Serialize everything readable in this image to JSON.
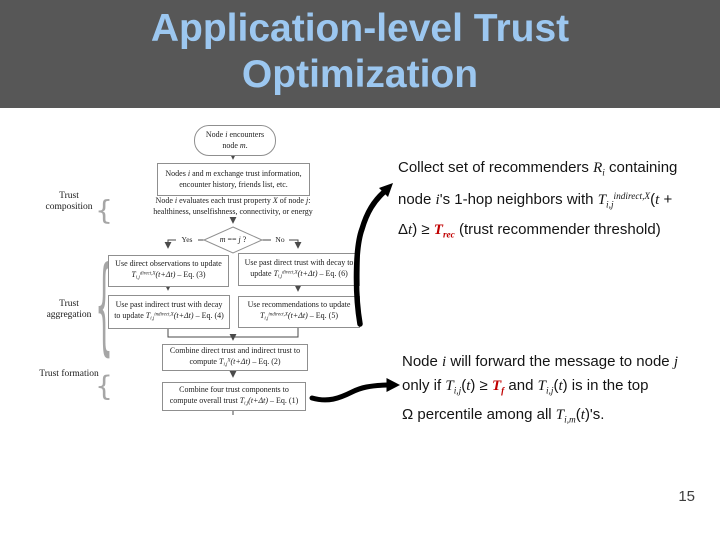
{
  "slide": {
    "title_line1": "Application-level Trust",
    "title_line2": "Optimization",
    "page_number": "15"
  },
  "colors": {
    "header_bg": "#575757",
    "title_text": "#9cc7f0",
    "accent_red": "#c00000",
    "box_border": "#8f8f8f"
  },
  "side_labels": {
    "composition": "Trust composition",
    "aggregation": "Trust aggregation",
    "formation": "Trust formation"
  },
  "flowchart": {
    "oval_l1": [
      [
        "n",
        "Node "
      ],
      [
        "mi",
        "i"
      ],
      [
        "n",
        " encounters"
      ]
    ],
    "oval_l2": [
      [
        "n",
        "node "
      ],
      [
        "mi",
        "m"
      ],
      [
        "n",
        "."
      ]
    ],
    "exchange_l1": [
      [
        "n",
        "Nodes "
      ],
      [
        "mi",
        "i"
      ],
      [
        "n",
        " and "
      ],
      [
        "mi",
        "m"
      ],
      [
        "n",
        " exchange trust information,"
      ]
    ],
    "exchange_l2": "encounter history, friends list, etc.",
    "evaluate_l1": [
      [
        "n",
        "Node "
      ],
      [
        "mi",
        "i"
      ],
      [
        "n",
        " evaluates each trust property "
      ],
      [
        "mi",
        "X"
      ],
      [
        "n",
        " of node "
      ],
      [
        "mi",
        "j"
      ],
      [
        "n",
        ":"
      ]
    ],
    "evaluate_l2": "healthiness, unselfishness, connectivity, or energy",
    "decision": [
      [
        "mi",
        "m"
      ],
      [
        "n",
        " == "
      ],
      [
        "mi",
        "j"
      ],
      [
        "n",
        " ?"
      ]
    ],
    "yes_label": "Yes",
    "no_label": "No",
    "direct_obs_l1": "Use direct observations to update",
    "direct_obs_l2": [
      [
        "mi",
        "T"
      ],
      [
        "sub",
        "i,j"
      ],
      [
        "sup",
        "direct,X"
      ],
      [
        "mi",
        "(t+Δt)"
      ],
      [
        "n",
        " – Eq. (3)"
      ]
    ],
    "past_direct_l1": "Use past direct trust with decay to",
    "past_direct_l2": [
      [
        "n",
        "update "
      ],
      [
        "mi",
        "T"
      ],
      [
        "sub",
        "i,j"
      ],
      [
        "sup",
        "direct,X"
      ],
      [
        "mi",
        "(t+Δt)"
      ],
      [
        "n",
        " – Eq. (6)"
      ]
    ],
    "past_indirect_l1": "Use past indirect trust with decay",
    "past_indirect_l2": [
      [
        "n",
        "to update "
      ],
      [
        "mi",
        "T"
      ],
      [
        "sub",
        "i,j"
      ],
      [
        "sup",
        "indirect,X"
      ],
      [
        "mi",
        "(t+Δt)"
      ],
      [
        "n",
        " – Eq. (4)"
      ]
    ],
    "recommend_l1": "Use recommendations to update",
    "recommend_l2": [
      [
        "mi",
        "T"
      ],
      [
        "sub",
        "i,j"
      ],
      [
        "sup",
        "indirect,X"
      ],
      [
        "mi",
        "(t+Δt)"
      ],
      [
        "n",
        " – Eq. (5)"
      ]
    ],
    "combine_di_l1": "Combine direct trust and indirect trust to",
    "combine_di_l2": [
      [
        "n",
        "compute "
      ],
      [
        "mi",
        "T"
      ],
      [
        "sub",
        "i,j"
      ],
      [
        "sup",
        "X"
      ],
      [
        "mi",
        "(t+Δt)"
      ],
      [
        "n",
        " – Eq. (2)"
      ]
    ],
    "combine_four_l1": "Combine four trust components to",
    "combine_four_l2": [
      [
        "n",
        "compute overall trust "
      ],
      [
        "mi",
        "T"
      ],
      [
        "sub",
        "i,j"
      ],
      [
        "mi",
        "(t+Δt)"
      ],
      [
        "n",
        " – Eq. (1)"
      ]
    ]
  },
  "annotations": {
    "top_l1": [
      [
        "n",
        "Collect set of recommenders "
      ],
      [
        "mi",
        "R"
      ],
      [
        "sub",
        "i"
      ],
      [
        "n",
        " containing"
      ]
    ],
    "top_l2": [
      [
        "n",
        "node "
      ],
      [
        "mi",
        "i"
      ],
      [
        "n",
        "'s 1-hop neighbors with "
      ],
      [
        "mi",
        "T"
      ],
      [
        "sub",
        "i,j"
      ],
      [
        "sup",
        "indirect,X"
      ],
      [
        "n",
        "("
      ],
      [
        "mi",
        "t"
      ],
      [
        "n",
        " +"
      ]
    ],
    "top_l3": [
      [
        "n",
        "Δ"
      ],
      [
        "mi",
        "t"
      ],
      [
        "n",
        ") ≥ "
      ],
      [
        "red",
        "T"
      ],
      [
        "redsub",
        "rec"
      ],
      [
        "n",
        " (trust recommender threshold)"
      ]
    ],
    "bottom_l1": [
      [
        "n",
        "Node "
      ],
      [
        "mi",
        "i"
      ],
      [
        "n",
        " will forward the message to node "
      ],
      [
        "mi",
        "j"
      ]
    ],
    "bottom_l2": [
      [
        "n",
        "only if "
      ],
      [
        "mi",
        "T"
      ],
      [
        "sub",
        "i,j"
      ],
      [
        "n",
        "("
      ],
      [
        "mi",
        "t"
      ],
      [
        "n",
        ") ≥ "
      ],
      [
        "red",
        "T"
      ],
      [
        "redsub",
        "f"
      ],
      [
        "n",
        " and "
      ],
      [
        "mi",
        "T"
      ],
      [
        "sub",
        "i,j"
      ],
      [
        "n",
        "("
      ],
      [
        "mi",
        "t"
      ],
      [
        "n",
        ") is in the top"
      ]
    ],
    "bottom_l3": [
      [
        "n",
        "Ω percentile among all "
      ],
      [
        "mi",
        "T"
      ],
      [
        "sub",
        "i,m"
      ],
      [
        "n",
        "("
      ],
      [
        "mi",
        "t"
      ],
      [
        "n",
        ")'s."
      ]
    ]
  }
}
